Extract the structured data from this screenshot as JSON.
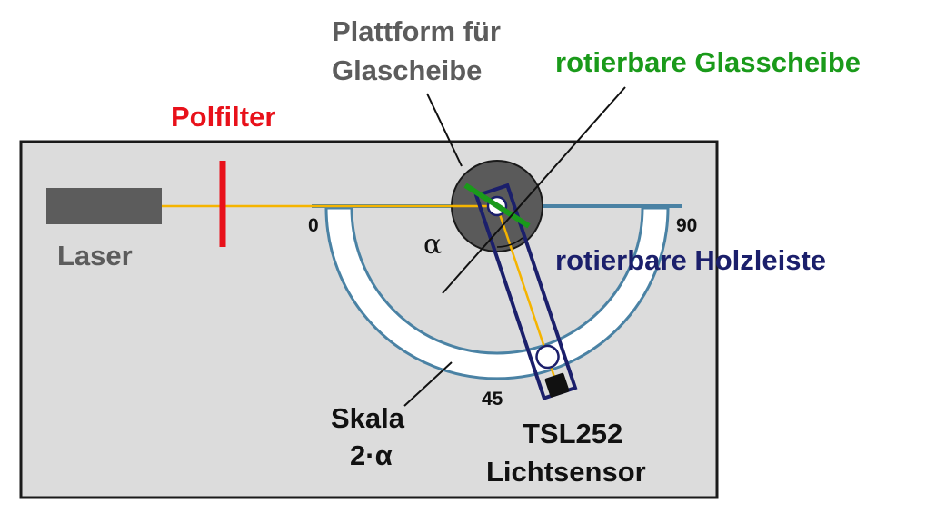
{
  "labels": {
    "platform_line1": "Plattform für",
    "platform_line2": "Glascheibe",
    "glass": "rotierbare Glasscheibe",
    "polfilter": "Polfilter",
    "laser": "Laser",
    "wood": "rotierbare Holzleiste",
    "scale_0": "0",
    "scale_45": "45",
    "scale_90": "90",
    "alpha": "α",
    "skala_line1": "Skala",
    "skala_line2": "2·α",
    "sensor_line1": "TSL252",
    "sensor_line2": "Lichtsensor"
  },
  "colors": {
    "board": "#dcdcdc",
    "board_border": "#1a1a1a",
    "laser": "#5c5c5c",
    "beam": "#f5b400",
    "polfilter": "#e8111a",
    "scale": "#4a82a4",
    "wood": "#1b1f6b",
    "glass": "#1a9a1a",
    "platform": "#5a5a5a",
    "platform_label": "#5c5c5c",
    "glass_label": "#1a9a1a",
    "polfilter_label": "#e8111a",
    "wood_label": "#1b1f6b"
  }
}
